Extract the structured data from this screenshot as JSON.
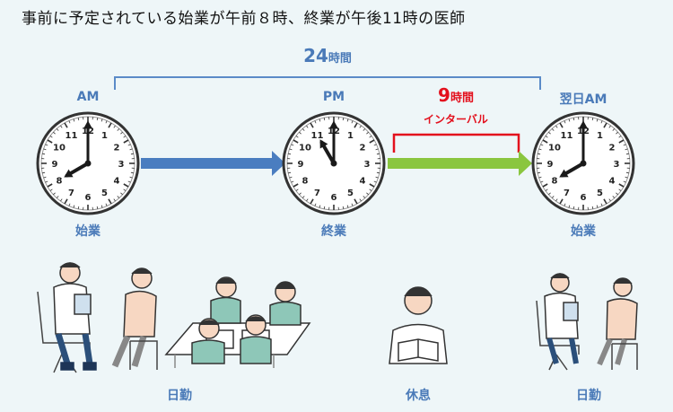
{
  "title": "事前に予定されている始業が午前８時、終業が午後11時の医師",
  "span_total": {
    "number": "24",
    "unit": "時間"
  },
  "interval": {
    "number": "9",
    "unit": "時間",
    "label": "インターバル"
  },
  "clocks": [
    {
      "top_label": "AM",
      "bottom_label": "始業",
      "hour": 8,
      "minute": 0
    },
    {
      "top_label": "PM",
      "bottom_label": "終業",
      "hour": 11,
      "minute": 0
    },
    {
      "top_label": "翌日AM",
      "bottom_label": "始業",
      "hour": 8,
      "minute": 0
    }
  ],
  "clock_numerals": [
    "12",
    "1",
    "2",
    "3",
    "4",
    "5",
    "6",
    "7",
    "8",
    "9",
    "10",
    "11"
  ],
  "activities": [
    {
      "label": "日勤"
    },
    {
      "label": "休息"
    },
    {
      "label": "日勤"
    }
  ],
  "colors": {
    "accent_blue": "#4a7ab8",
    "arrow_blue": "#4a7dc0",
    "arrow_green": "#8ac63f",
    "red": "#e3101d",
    "bracket_blue": "#5b8bc8"
  }
}
